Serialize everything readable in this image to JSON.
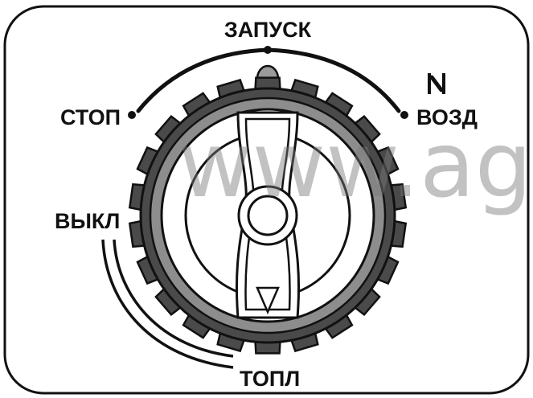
{
  "labels": {
    "start": "ЗАПУСК",
    "stop": "СТОП",
    "air": "ВОЗД",
    "off": "ВЫКЛ",
    "fuel": "ТОПЛ"
  },
  "watermark": "www.agr",
  "icons": {
    "air_symbol": "choke-icon"
  },
  "colors": {
    "ink": "#111111",
    "knob_outer": "#4a4a4a",
    "knob_ring": "#8d8d8d",
    "knob_face": "#ffffff",
    "watermark": "#7a7a7a"
  }
}
